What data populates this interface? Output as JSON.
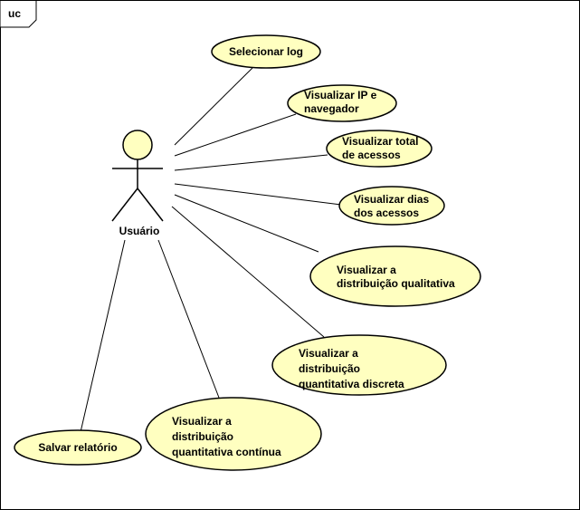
{
  "frame": {
    "label": "uc"
  },
  "actor": {
    "name": "Usuário"
  },
  "use_cases": {
    "selecionar_log": {
      "lines": [
        "Selecionar log"
      ]
    },
    "visualizar_ip": {
      "lines": [
        "Visualizar IP e",
        "navegador"
      ]
    },
    "visualizar_total": {
      "lines": [
        "Visualizar total",
        "de acessos"
      ]
    },
    "visualizar_dias": {
      "lines": [
        "Visualizar dias",
        "dos acessos"
      ]
    },
    "visualizar_qualitativa": {
      "lines": [
        "Visualizar a",
        "distribuição qualitativa"
      ]
    },
    "visualizar_discreta": {
      "lines": [
        "Visualizar a",
        "distribuição",
        "quantitativa discreta"
      ]
    },
    "visualizar_continua": {
      "lines": [
        "Visualizar a",
        "distribuição",
        "quantitativa contínua"
      ]
    },
    "salvar_relatorio": {
      "lines": [
        "Salvar relatório"
      ]
    }
  },
  "colors": {
    "use_case_fill": "#FFFFC0",
    "stroke": "#000000",
    "actor_head_fill": "#FFFFC0",
    "background": "#FFFFFF"
  }
}
